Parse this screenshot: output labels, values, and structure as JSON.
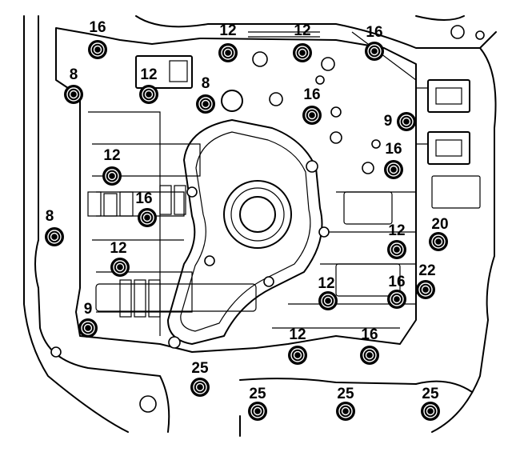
{
  "diagram": {
    "bolt_labels": [
      "16",
      "12",
      "12",
      "16",
      "8",
      "12",
      "8",
      "16",
      "9",
      "16",
      "12",
      "16",
      "8",
      "12",
      "20",
      "12",
      "22",
      "12",
      "16",
      "9",
      "12",
      "16",
      "25",
      "25",
      "25",
      "25"
    ]
  }
}
